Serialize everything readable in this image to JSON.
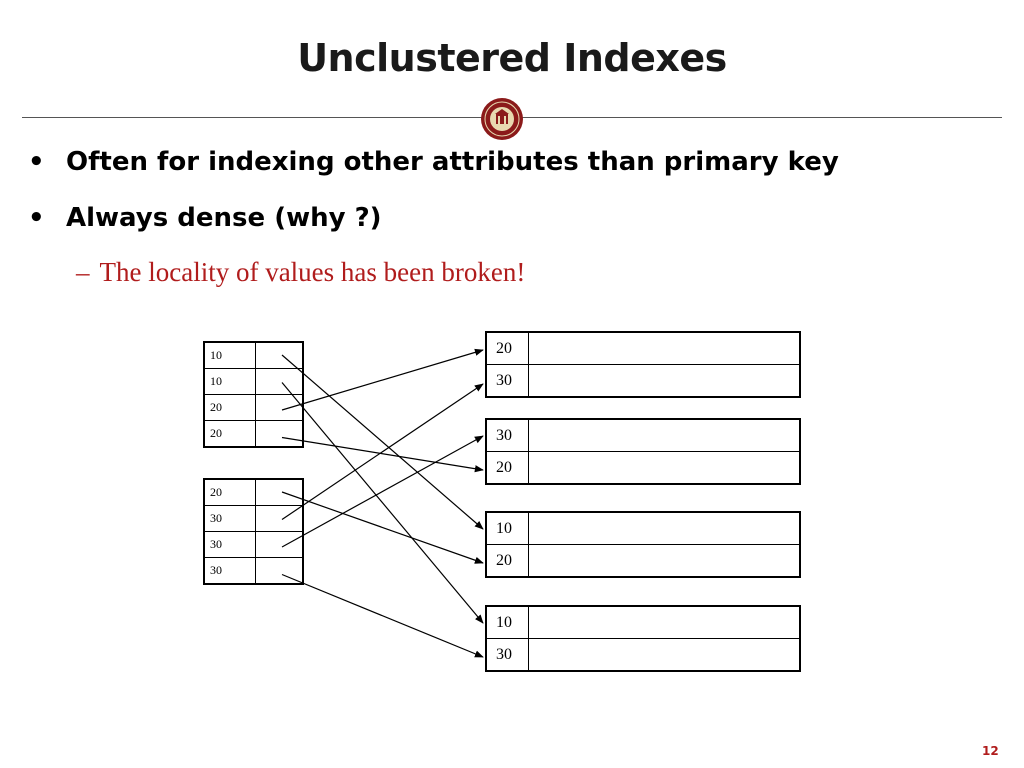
{
  "slide": {
    "title": "Unclustered Indexes",
    "bullets": [
      "Often for indexing other attributes than primary key",
      "Always dense (why ?)"
    ],
    "sub_bullet_dash": "–",
    "sub_bullet": "The locality of values has been broken!",
    "page_number": "12"
  },
  "colors": {
    "title": "#1a1a1a",
    "accent_red": "#b01c1c",
    "seal": "#8b1a1a"
  },
  "diagram": {
    "index_pages": [
      [
        "10",
        "10",
        "20",
        "20"
      ],
      [
        "20",
        "30",
        "30",
        "30"
      ]
    ],
    "data_pages": [
      [
        "20",
        "30"
      ],
      [
        "30",
        "20"
      ],
      [
        "10",
        "20"
      ],
      [
        "10",
        "30"
      ]
    ],
    "pointers": [
      {
        "from": [
          0,
          0
        ],
        "to": [
          2,
          0
        ]
      },
      {
        "from": [
          0,
          1
        ],
        "to": [
          3,
          0
        ]
      },
      {
        "from": [
          0,
          2
        ],
        "to": [
          0,
          0
        ]
      },
      {
        "from": [
          0,
          3
        ],
        "to": [
          1,
          1
        ]
      },
      {
        "from": [
          1,
          0
        ],
        "to": [
          2,
          1
        ]
      },
      {
        "from": [
          1,
          1
        ],
        "to": [
          0,
          1
        ]
      },
      {
        "from": [
          1,
          2
        ],
        "to": [
          1,
          0
        ]
      },
      {
        "from": [
          1,
          3
        ],
        "to": [
          3,
          1
        ]
      }
    ]
  }
}
